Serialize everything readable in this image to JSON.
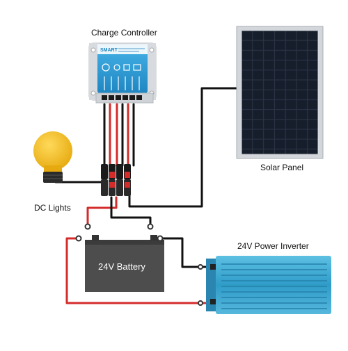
{
  "labels": {
    "charge_controller": "Charge Controller",
    "solar_panel": "Solar Panel",
    "dc_lights": "DC Lights",
    "battery": "24V Battery",
    "inverter": "24V Power Inverter"
  },
  "controller_brand": "SMART",
  "colors": {
    "wire_red": "#d42b2b",
    "wire_black": "#111111",
    "controller_blue": "#2f9fd6",
    "inverter_blue": "#3aa6cf",
    "battery_gray": "#4d4d4d",
    "bulb_yellow": "#f2c12e",
    "panel_frame": "#c9ccd1",
    "panel_cell": "#1c2433"
  }
}
